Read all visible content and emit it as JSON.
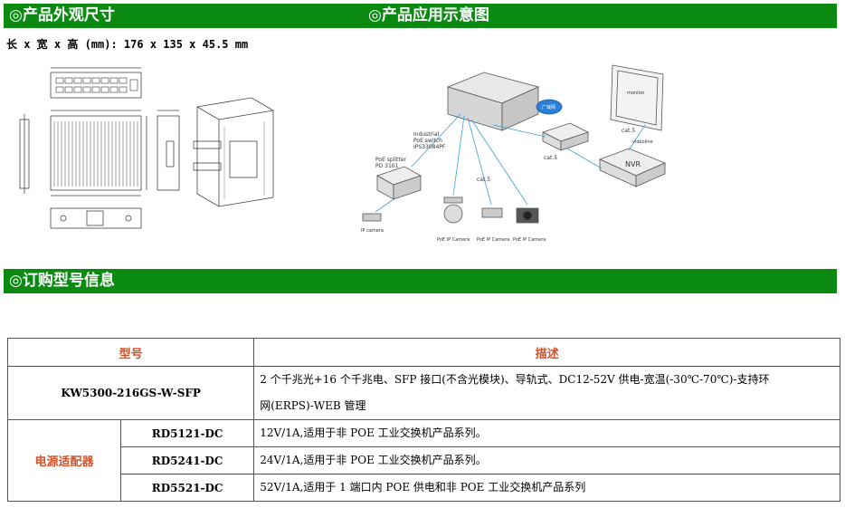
{
  "sections": {
    "dimensions_title": "◎产品外观尺寸",
    "application_title": "◎产品应用示意图",
    "order_title": "◎订购型号信息"
  },
  "dimensions_text": "长 x 宽 x 高 (mm): 176 x 135 x 45.5 mm",
  "diagram_labels": {
    "switch": [
      "Industrial",
      "PoE switch",
      "IPS33084PF"
    ],
    "splitter": [
      "PoE splitter",
      "PD 3101"
    ],
    "ip_camera": "IP camera",
    "poe_cams": [
      "PoE IP Camera",
      "PoE IP Camera",
      "PoE IP Camera"
    ],
    "cat5_a": "cat.5",
    "cat5_b": "cat.5",
    "cat5_c": "cat.5",
    "nvr": "NVR",
    "monitor": "monitor",
    "cloud": "广域网",
    "video_line": "videoline"
  },
  "table": {
    "headers": [
      "型号",
      "描述"
    ],
    "main_row": {
      "model": "KW5300-216GS-W-SFP",
      "desc_line1": "2 个千兆光+16 个千兆电、SFP 接口(不含光模块)、导轨式、DC12-52V 供电-宽温(-30℃-70℃)-支持环",
      "desc_line2": "网(ERPS)-WEB 管理"
    },
    "group_label": "电源适配器",
    "adapters": [
      {
        "model": "RD5121-DC",
        "desc": "12V/1A,适用于非 POE 工业交换机产品系列。"
      },
      {
        "model": "RD5241-DC",
        "desc": "24V/1A,适用于非 POE 工业交换机产品系列。"
      },
      {
        "model": "RD5521-DC",
        "desc": "52V/1A,适用于 1 端口内 POE 供电和非 POE 工业交换机产品系列"
      }
    ]
  }
}
